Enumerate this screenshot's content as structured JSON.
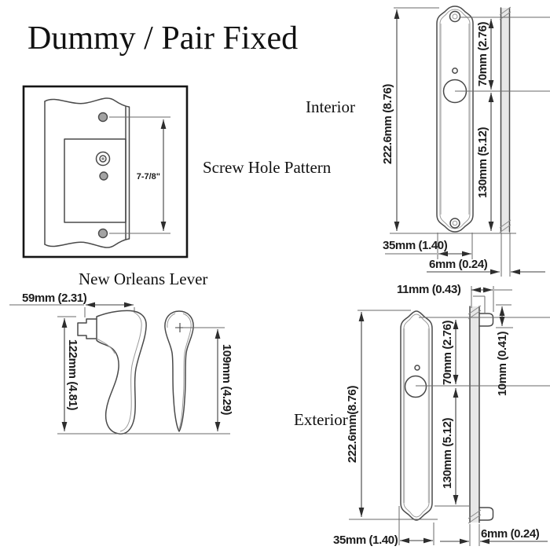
{
  "title": "Dummy / Pair Fixed",
  "colors": {
    "background": "#ffffff",
    "line": "#4a4a4a",
    "dimension_line": "#3f3f3f",
    "text": "#1c1c1c",
    "plate_edge_shading": "#b8b8b8",
    "side_profile_fill": "#e7e7e7"
  },
  "sections": {
    "screw_hole_pattern": {
      "label": "Screw Hole Pattern",
      "hole_spacing": "7-7/8\""
    },
    "interior": {
      "label": "Interior",
      "overall_height": "222.6mm (8.76)",
      "top_to_handle": "70mm (2.76)",
      "handle_to_bottom": "130mm (5.12)",
      "plate_width": "35mm (1.40)",
      "plate_thickness": "6mm (0.24)"
    },
    "lever": {
      "label": "New Orleans Lever",
      "projection": "59mm (2.31)",
      "front_length": "122mm (4.81)",
      "side_length": "109mm (4.29)"
    },
    "exterior": {
      "label": "Exterior",
      "tab_projection": "11mm (0.43)",
      "tab_height": "10mm (0.41)",
      "top_to_handle": "70mm (2.76)",
      "handle_to_bottom": "130mm (5.12)",
      "overall_height": "222.6mm(8.76)",
      "plate_width": "35mm (1.40)",
      "plate_thickness": "6mm (0.24)"
    }
  }
}
